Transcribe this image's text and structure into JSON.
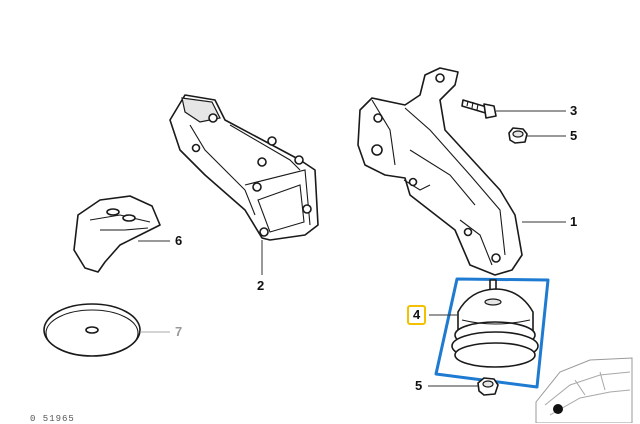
{
  "callouts": {
    "c1": "1",
    "c2": "2",
    "c3": "3",
    "c4": "4",
    "c5_top": "5",
    "c5_bottom": "5",
    "c6": "6",
    "c7": "7"
  },
  "footer_fragment": "0 51965",
  "colors": {
    "highlight_box": "#1e7bd1",
    "selected_label_border": "#f2c200",
    "line": "#1a1a1a",
    "muted": "#9a9a9a"
  }
}
